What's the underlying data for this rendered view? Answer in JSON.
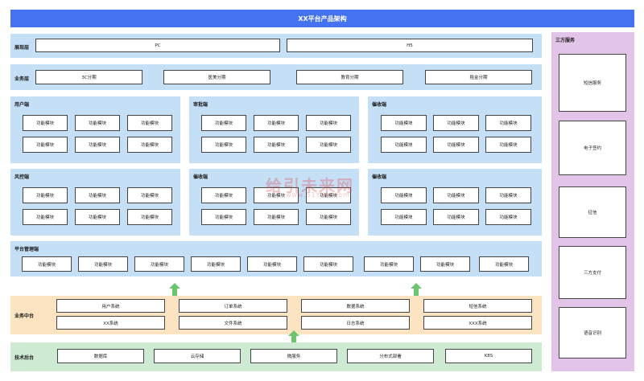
{
  "title": "XX平台产品架构",
  "layers": {
    "presentation": {
      "label": "展现层",
      "items": [
        "PC",
        "H5"
      ]
    },
    "business": {
      "label": "业务层",
      "items": [
        "3C分期",
        "医美分期",
        "教育分期",
        "租金分期"
      ]
    }
  },
  "module_panels": [
    {
      "label": "用户端",
      "items": [
        "功能模块",
        "功能模块",
        "功能模块",
        "功能模块",
        "功能模块",
        "功能模块"
      ]
    },
    {
      "label": "审批端",
      "items": [
        "功能模块",
        "功能模块",
        "功能模块",
        "功能模块",
        "功能模块",
        "功能模块"
      ]
    },
    {
      "label": "催收端",
      "items": [
        "功能模块",
        "功能模块",
        "功能模块",
        "功能模块",
        "功能模块",
        "功能模块"
      ]
    },
    {
      "label": "风控端",
      "items": [
        "功能模块",
        "功能模块",
        "功能模块",
        "功能模块",
        "功能模块",
        "功能模块"
      ]
    },
    {
      "label": "催收端",
      "items": [
        "功能模块",
        "功能模块",
        "功能模块",
        "功能模块",
        "功能模块",
        "功能模块"
      ]
    },
    {
      "label": "催收端",
      "items": [
        "功能模块",
        "功能模块",
        "功能模块",
        "功能模块",
        "功能模块",
        "功能模块"
      ]
    }
  ],
  "platform": {
    "label": "平台管理端",
    "items": [
      "功能模块",
      "功能模块",
      "功能模块",
      "功能模块",
      "功能模块",
      "功能模块",
      "功能模块",
      "功能模块",
      "功能模块"
    ]
  },
  "middle": {
    "label": "业务中台",
    "items": [
      "用户系统",
      "订单系统",
      "数据系统",
      "短信系统",
      "XX系统",
      "文件系统",
      "日志系统",
      "XXX系统"
    ]
  },
  "tech": {
    "label": "技术后台",
    "items": [
      "数据库",
      "云存储",
      "微服务",
      "分布式部署",
      "K8S"
    ]
  },
  "third_party": {
    "label": "三方服务",
    "items": [
      "短信服务",
      "电子签约",
      "征信",
      "三方支付",
      "语音识别"
    ]
  },
  "watermark": {
    "main": "给引未来网",
    "sub": "www.51YYw.com"
  },
  "colors": {
    "title_bar": "#4472f0",
    "blue_panel": "#c5dff7",
    "orange_panel": "#fce3c2",
    "green_panel": "#cfead2",
    "purple_panel": "#e2c4e8",
    "arrow": "#6cc46c"
  }
}
